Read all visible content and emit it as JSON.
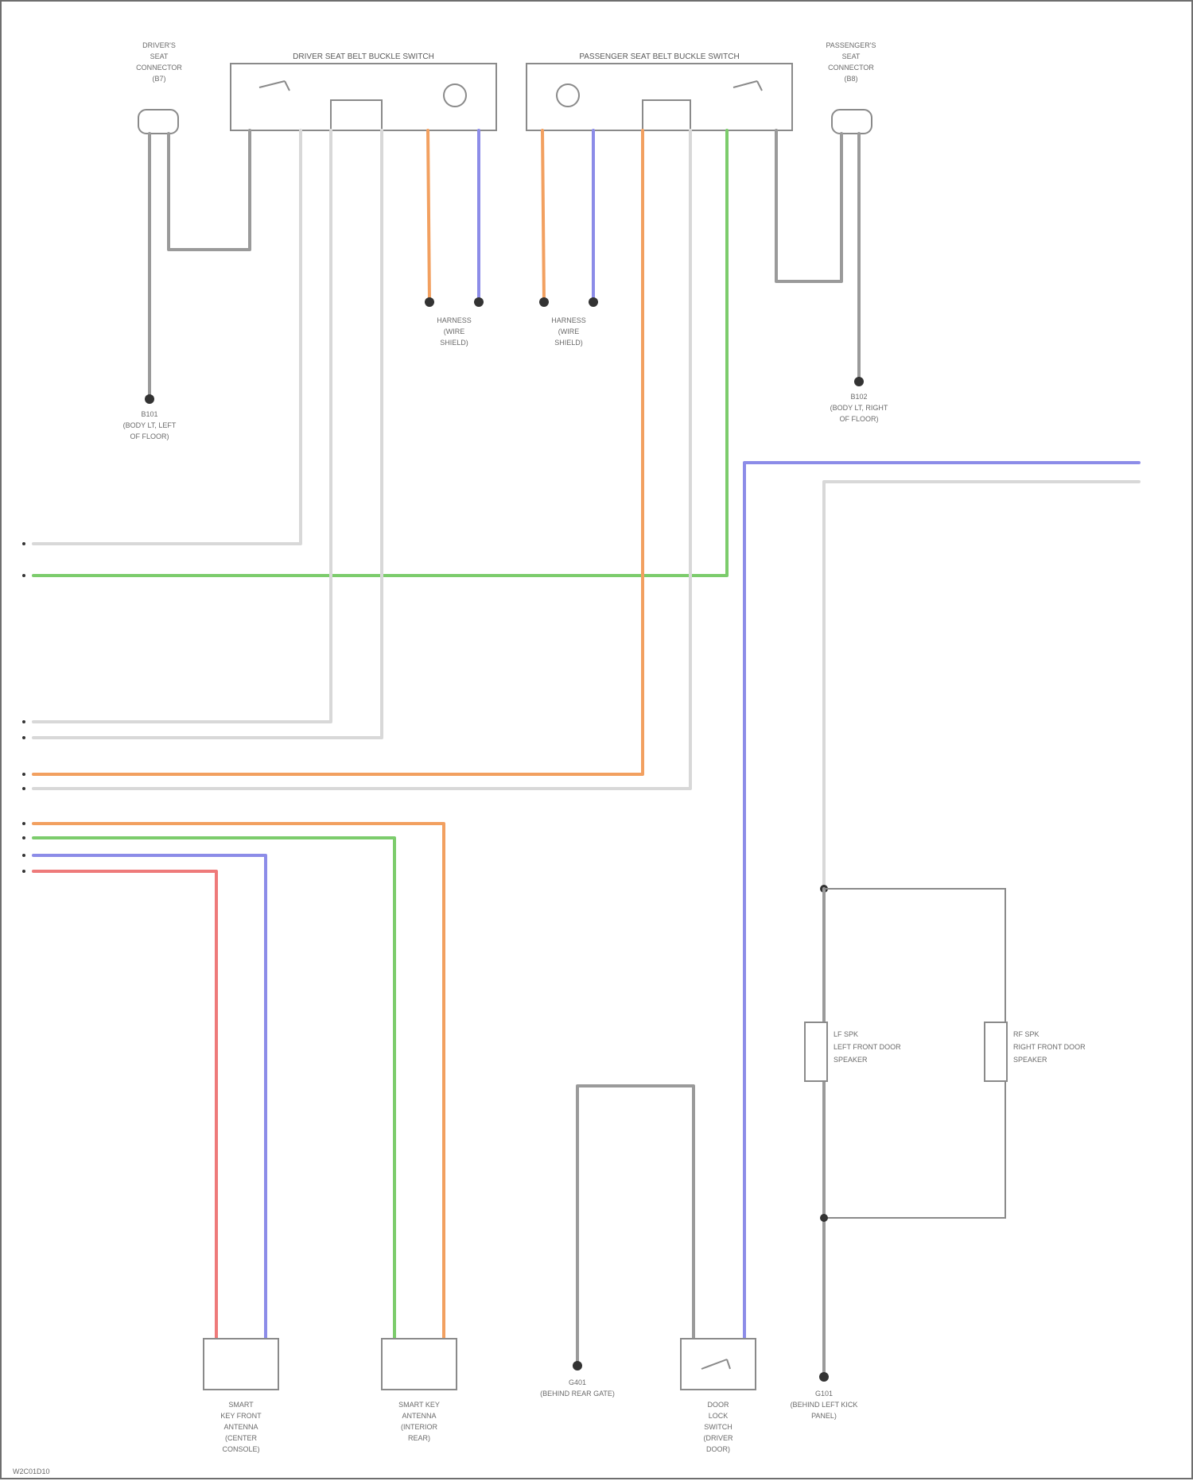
{
  "colors": {
    "gray": "#9a9a9a",
    "light": "#d8d8d8",
    "orange": "#f2a060",
    "violet": "#8c8ce8",
    "green": "#7ccc6c",
    "red": "#ee7a7a",
    "frame": "#6e6e6e"
  },
  "switches": {
    "driver_title": "DRIVER SEAT BELT BUCKLE SWITCH",
    "passenger_title": "PASSENGER SEAT BELT BUCKLE SWITCH"
  },
  "connectors": {
    "left_top": [
      "DRIVER'S",
      "SEAT",
      "CONNECTOR",
      "(B7)"
    ],
    "right_top": [
      "PASSENGER'S",
      "SEAT",
      "CONNECTOR",
      "(B8)"
    ]
  },
  "grounds": {
    "left": [
      "B101",
      "(BODY LT, LEFT",
      "OF FLOOR)"
    ],
    "right": [
      "B102",
      "(BODY LT, RIGHT",
      "OF FLOOR)"
    ],
    "bottom_mid": [
      "G401",
      "(BEHIND REAR GATE)"
    ],
    "bottom_right": [
      "G101",
      "(BEHIND LEFT KICK",
      "PANEL)"
    ]
  },
  "harness": {
    "left": [
      "HARNESS",
      "(WIRE",
      "SHIELD)"
    ],
    "right": [
      "HARNESS",
      "(WIRE",
      "SHIELD)"
    ]
  },
  "speakers": {
    "left": [
      "LF SPK",
      "LEFT FRONT DOOR",
      "SPEAKER"
    ],
    "right": [
      "RF SPK",
      "RIGHT FRONT DOOR",
      "SPEAKER"
    ]
  },
  "components": {
    "c1": [
      "SMART",
      "KEY FRONT",
      "ANTENNA",
      "(CENTER",
      "CONSOLE)"
    ],
    "c2": [
      "SMART KEY",
      "ANTENNA",
      "(INTERIOR",
      "REAR)"
    ],
    "c3": [
      "DOOR",
      "LOCK",
      "SWITCH",
      "(DRIVER",
      "DOOR)"
    ]
  },
  "footer_code": "W2C01D10"
}
